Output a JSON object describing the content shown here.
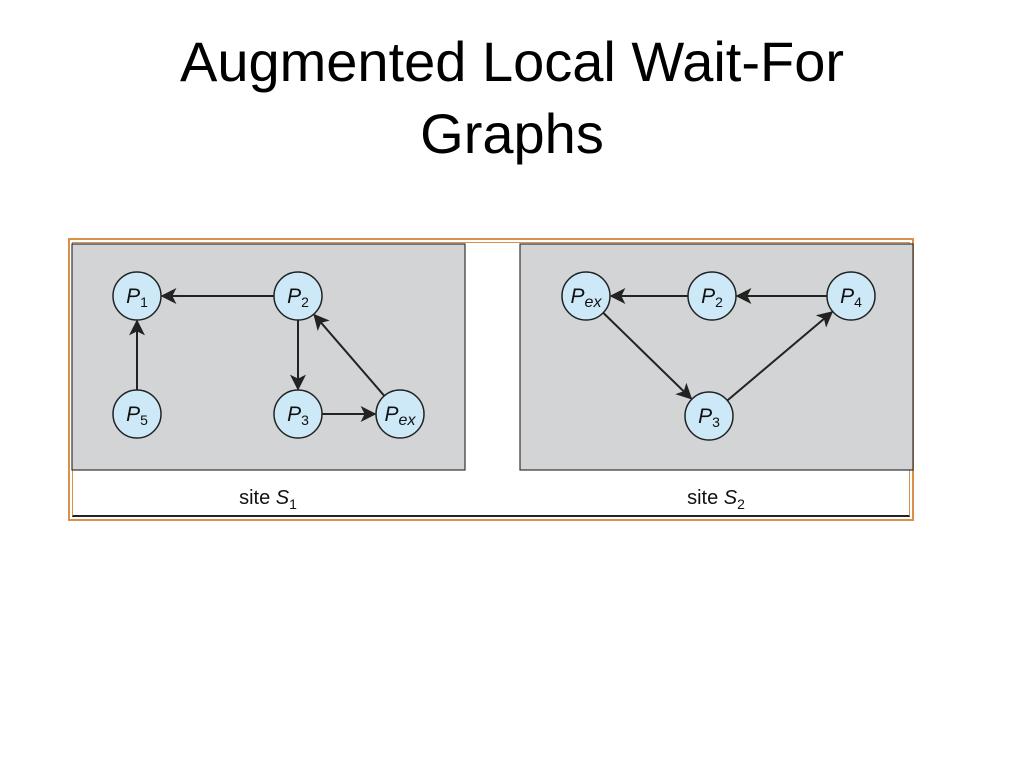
{
  "title": {
    "line1": "Augmented Local Wait-For",
    "line2": "Graphs"
  },
  "panels": [
    {
      "id": "s1",
      "label_prefix": "site",
      "label_main": "S",
      "label_sub": "1",
      "nodes": [
        {
          "id": "p1",
          "main": "P",
          "sub": "1",
          "sub_italic": false
        },
        {
          "id": "p2",
          "main": "P",
          "sub": "2",
          "sub_italic": false
        },
        {
          "id": "p5",
          "main": "P",
          "sub": "5",
          "sub_italic": false
        },
        {
          "id": "p3",
          "main": "P",
          "sub": "3",
          "sub_italic": false
        },
        {
          "id": "pex",
          "main": "P",
          "sub": "ex",
          "sub_italic": true
        }
      ],
      "edges": [
        {
          "from": "p2",
          "to": "p1"
        },
        {
          "from": "p5",
          "to": "p1"
        },
        {
          "from": "p2",
          "to": "p3"
        },
        {
          "from": "p3",
          "to": "pex"
        },
        {
          "from": "pex",
          "to": "p2"
        }
      ]
    },
    {
      "id": "s2",
      "label_prefix": "site",
      "label_main": "S",
      "label_sub": "2",
      "nodes": [
        {
          "id": "pex",
          "main": "P",
          "sub": "ex",
          "sub_italic": true
        },
        {
          "id": "p2",
          "main": "P",
          "sub": "2",
          "sub_italic": false
        },
        {
          "id": "p4",
          "main": "P",
          "sub": "4",
          "sub_italic": false
        },
        {
          "id": "p3",
          "main": "P",
          "sub": "3",
          "sub_italic": false
        }
      ],
      "edges": [
        {
          "from": "p2",
          "to": "pex"
        },
        {
          "from": "p4",
          "to": "p2"
        },
        {
          "from": "pex",
          "to": "p3"
        },
        {
          "from": "p3",
          "to": "p4"
        }
      ]
    }
  ],
  "colors": {
    "node_fill": "#cde9f8",
    "panel_fill": "#d3d4d6",
    "frame_border": "#d9914a",
    "edge": "#222222"
  }
}
